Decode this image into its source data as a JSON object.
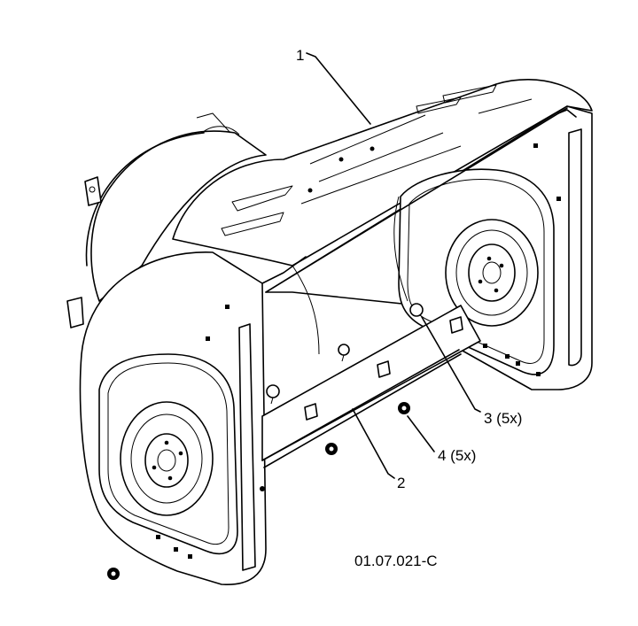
{
  "callouts": [
    {
      "id": "1",
      "text": "1"
    },
    {
      "id": "2",
      "text": "2"
    },
    {
      "id": "3",
      "text": "3 (5x)"
    },
    {
      "id": "4",
      "text": "4 (5x)"
    }
  ],
  "drawing_code": "01.07.021-C",
  "colors": {
    "line": "#000000",
    "background": "#ffffff"
  }
}
